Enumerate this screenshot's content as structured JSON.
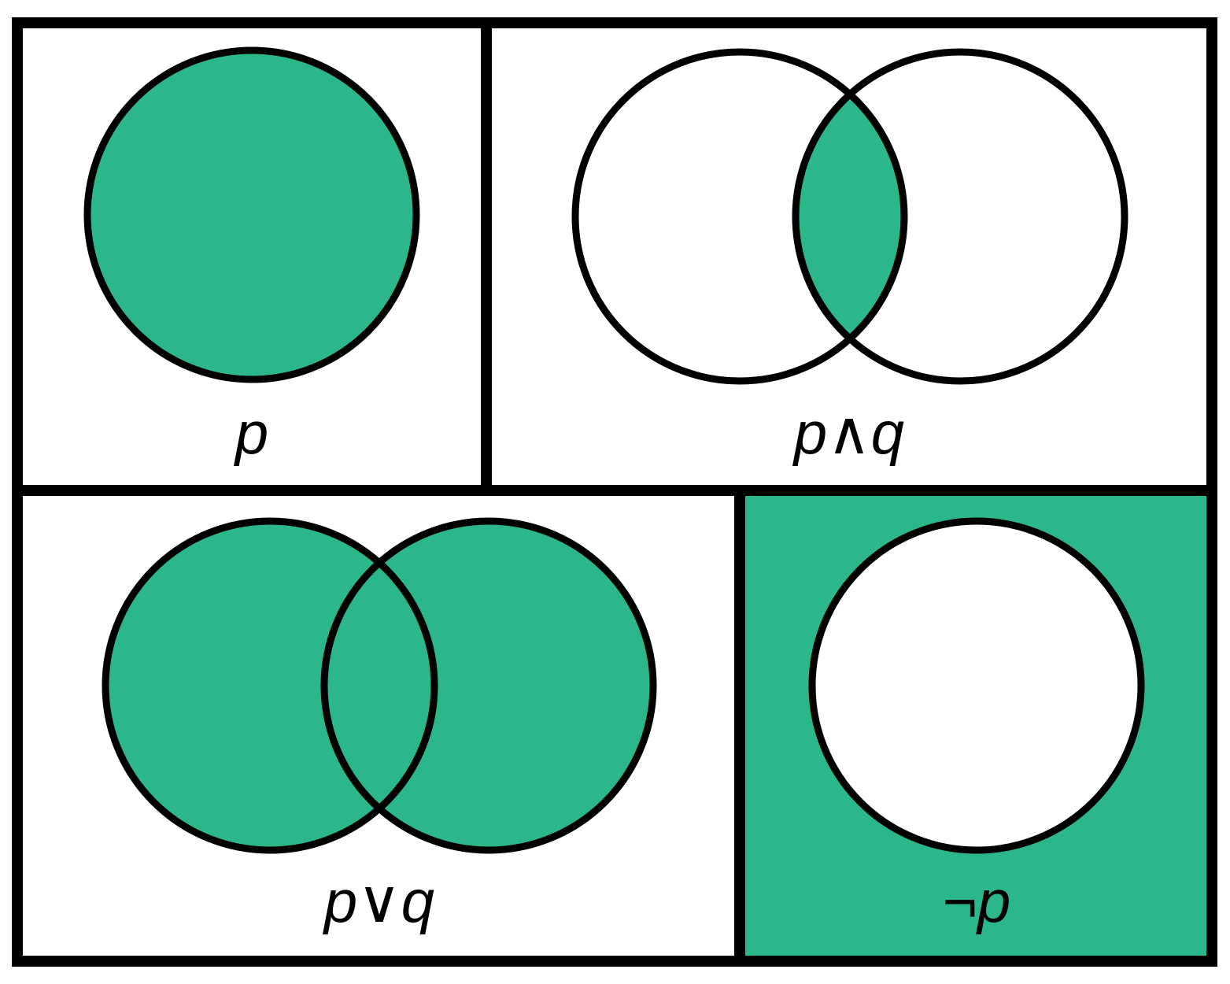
{
  "colors": {
    "fill": "#2bb68b",
    "outline": "#000000",
    "background": "#ffffff"
  },
  "panels": [
    {
      "id": "p",
      "label": "p",
      "shaded": "circle"
    },
    {
      "id": "p-and-q",
      "label": "p∧q",
      "shaded": "intersection"
    },
    {
      "id": "p-or-q",
      "label": "p∨q",
      "shaded": "union"
    },
    {
      "id": "not-p",
      "label": "¬p",
      "shaded": "outside-circle"
    }
  ]
}
